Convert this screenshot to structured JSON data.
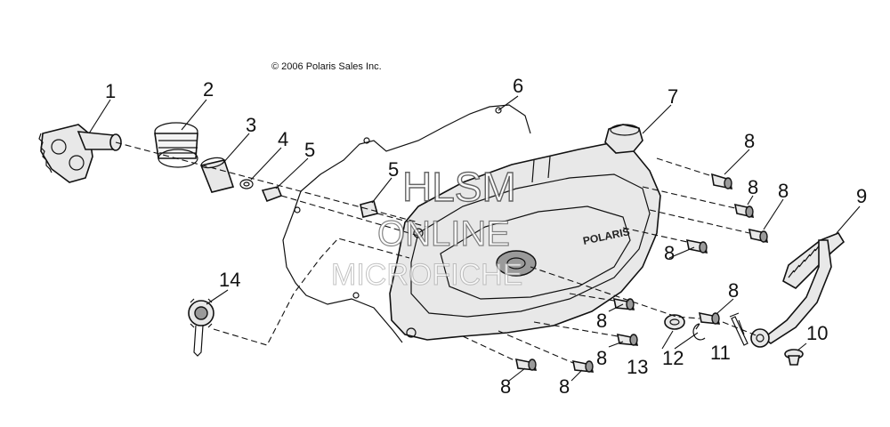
{
  "copyright": "© 2006 Polaris Sales Inc.",
  "watermark": {
    "line1": "HLSM",
    "line2": "ONLINE",
    "line3": "MICROFICHE"
  },
  "cover_logo": "POLARIS",
  "callouts": {
    "c1": "1",
    "c2": "2",
    "c3": "3",
    "c4": "4",
    "c5a": "5",
    "c5b": "5",
    "c6": "6",
    "c7": "7",
    "c8a": "8",
    "c8b": "8",
    "c8c": "8",
    "c8d": "8",
    "c8e": "8",
    "c8f": "8",
    "c8g": "8",
    "c8h": "8",
    "c8i": "8",
    "c9": "9",
    "c10": "10",
    "c11": "11",
    "c12": "12",
    "c13": "13",
    "c14": "14"
  }
}
